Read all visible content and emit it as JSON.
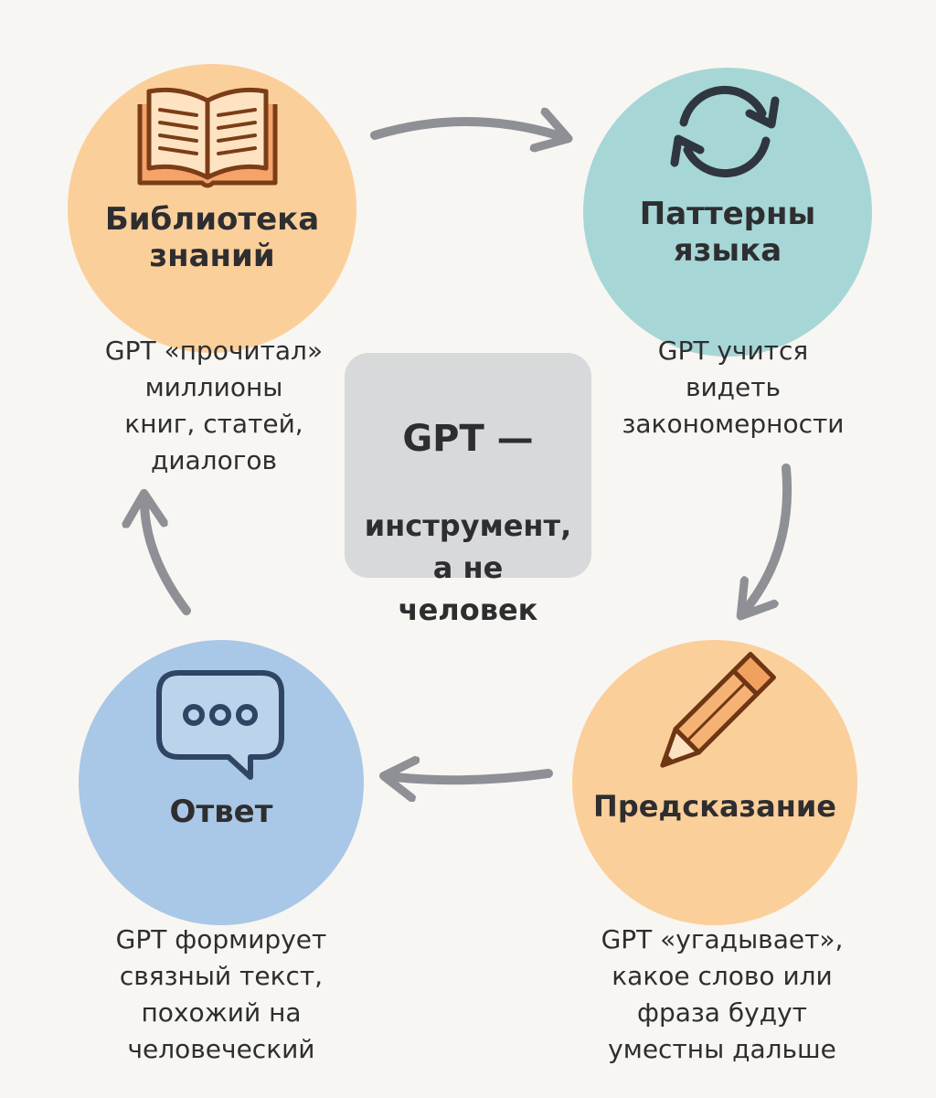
{
  "colors": {
    "background": "#f8f6f2",
    "peach": "#fbcf9a",
    "teal": "#a7d6d6",
    "blue": "#a9c7e6",
    "card": "#d7d9da",
    "arrow": "#8f9096",
    "text": "#2e2e30"
  },
  "center": {
    "line1": "GPT —",
    "line2": "инструмент,\nа не\nчеловек"
  },
  "nodes": {
    "library": {
      "title": "Библиотека\nзнаний",
      "icon": "book-icon",
      "description": "GPT «прочитал»\nмиллионы\nкниг, статей,\nдиалогов"
    },
    "patterns": {
      "title": "Паттерны\nязыка",
      "icon": "cycle-arrows-icon",
      "description": "GPT учится\nвидеть\nзакономерности"
    },
    "prediction": {
      "title": "Предсказание",
      "icon": "pencil-icon",
      "description": "GPT «угадывает»,\nкакое слово или\nфраза будут\nуместны дальше"
    },
    "answer": {
      "title": "Ответ",
      "icon": "chat-bubble-icon",
      "description": "GPT формирует\nсвязный текст,\nпохожий на\nчеловеческий"
    }
  }
}
